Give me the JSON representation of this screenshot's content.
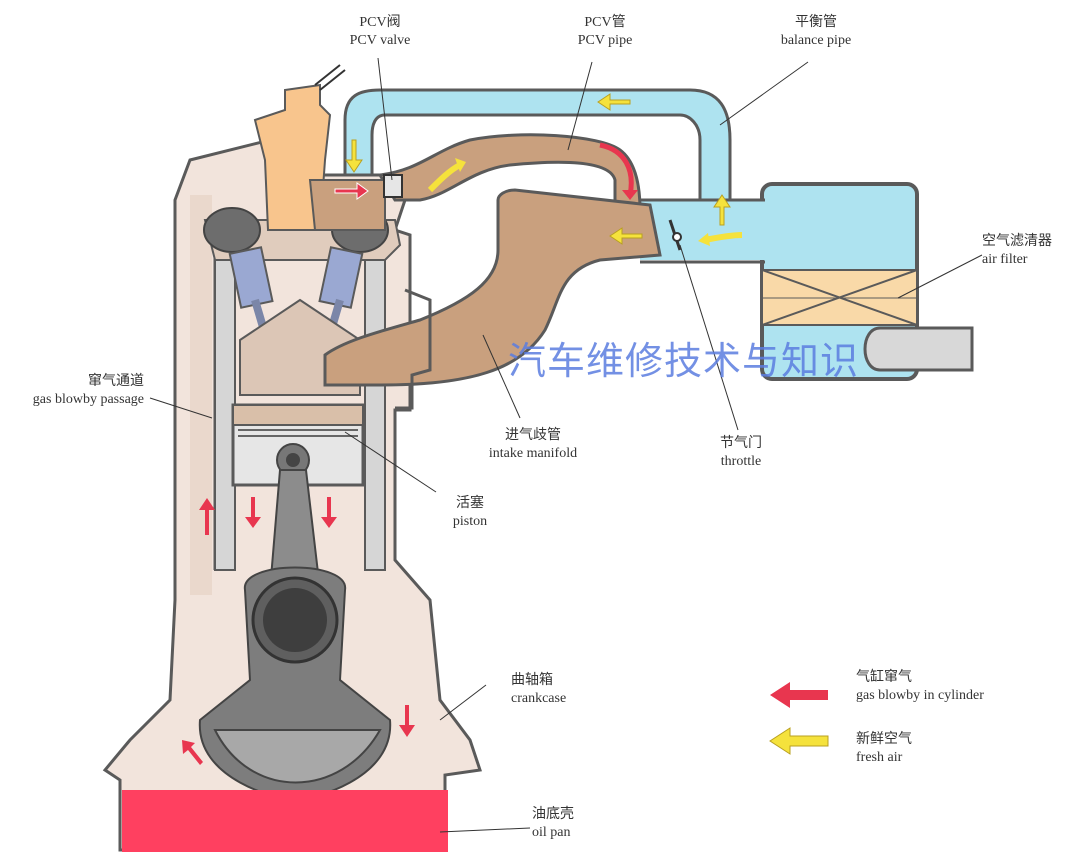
{
  "labels": {
    "pcv_valve": {
      "zh": "PCV阀",
      "en": "PCV valve"
    },
    "pcv_pipe": {
      "zh": "PCV管",
      "en": "PCV pipe"
    },
    "balance_pipe": {
      "zh": "平衡管",
      "en": "balance pipe"
    },
    "air_filter": {
      "zh": "空气滤清器",
      "en": "air filter"
    },
    "blowby_passage": {
      "zh": "窜气通道",
      "en": "gas blowby passage"
    },
    "intake_manifold": {
      "zh": "进气歧管",
      "en": "intake manifold"
    },
    "throttle": {
      "zh": "节气门",
      "en": "throttle"
    },
    "piston": {
      "zh": "活塞",
      "en": "piston"
    },
    "crankcase": {
      "zh": "曲轴箱",
      "en": "crankcase"
    },
    "oil_pan": {
      "zh": "油底壳",
      "en": "oil pan"
    }
  },
  "legend": {
    "blowby": {
      "zh": "气缸窜气",
      "en": "gas blowby in cylinder",
      "color": "#e8364f"
    },
    "fresh": {
      "zh": "新鲜空气",
      "en": "fresh air",
      "color": "#f5e23c"
    }
  },
  "watermark": "汽车维修技术与知识",
  "colors": {
    "engine_block": "#f2e4dc",
    "manifold": "#c9a07e",
    "air_pipe": "#aee3f0",
    "oil": "#ff4060",
    "metal": "#8c8c8c",
    "outline": "#5a5a5a"
  }
}
